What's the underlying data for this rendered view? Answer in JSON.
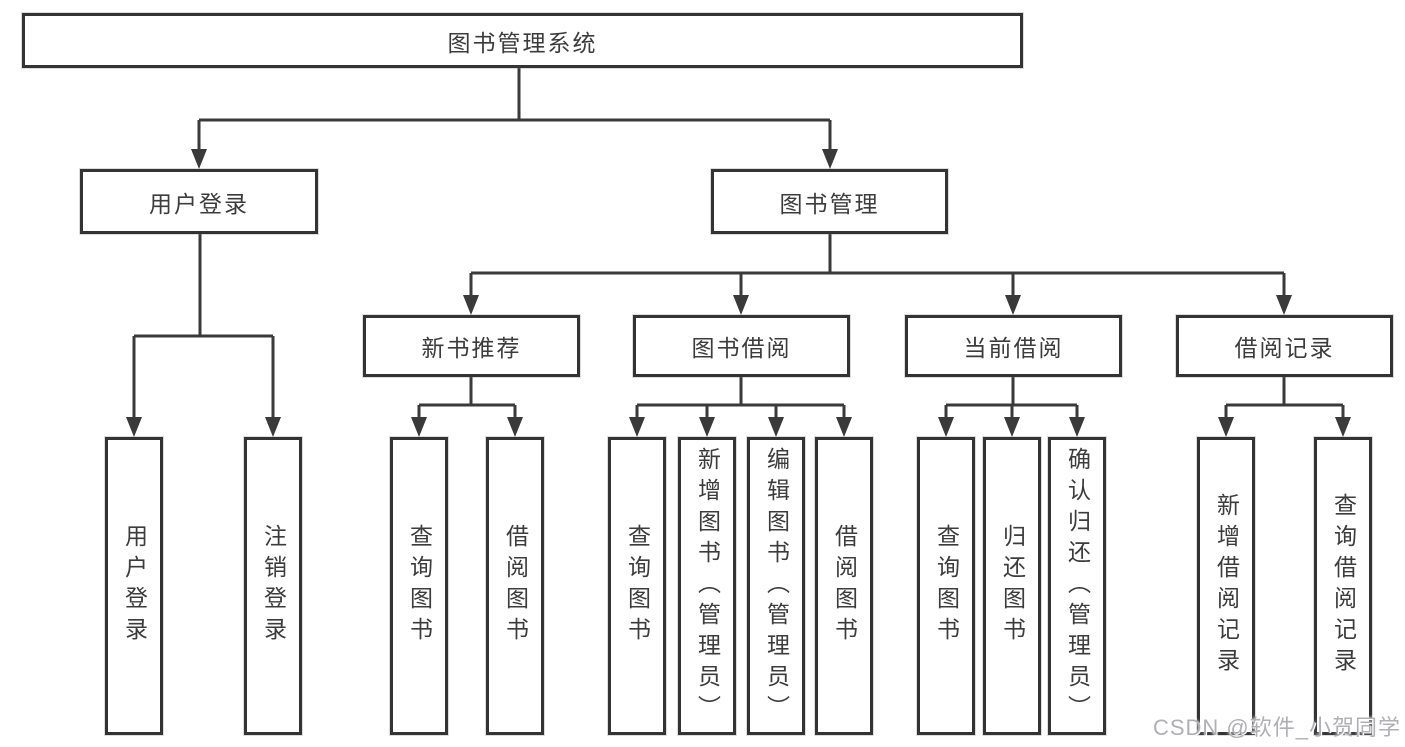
{
  "diagram": {
    "type": "hierarchy-tree",
    "root": {
      "label": "图书管理系统"
    },
    "level2": [
      {
        "id": "user-login",
        "label": "用户登录",
        "parent": "图书管理系统"
      },
      {
        "id": "book-management",
        "label": "图书管理",
        "parent": "图书管理系统"
      }
    ],
    "level3": [
      {
        "id": "new-book-recommend",
        "label": "新书推荐",
        "parent": "图书管理"
      },
      {
        "id": "book-borrowing",
        "label": "图书借阅",
        "parent": "图书管理"
      },
      {
        "id": "current-borrowing",
        "label": "当前借阅",
        "parent": "图书管理"
      },
      {
        "id": "borrowing-records",
        "label": "借阅记录",
        "parent": "图书管理"
      }
    ],
    "leaves": [
      {
        "label": "用户登录",
        "parent": "用户登录"
      },
      {
        "label": "注销登录",
        "parent": "用户登录"
      },
      {
        "label": "查询图书",
        "parent": "新书推荐"
      },
      {
        "label": "借阅图书",
        "parent": "新书推荐"
      },
      {
        "label": "查询图书",
        "parent": "图书借阅"
      },
      {
        "label": "新增图书（管理员）",
        "parent": "图书借阅"
      },
      {
        "label": "编辑图书（管理员）",
        "parent": "图书借阅"
      },
      {
        "label": "借阅图书",
        "parent": "图书借阅"
      },
      {
        "label": "查询图书",
        "parent": "当前借阅"
      },
      {
        "label": "归还图书",
        "parent": "当前借阅"
      },
      {
        "label": "确认归还（管理员）",
        "parent": "当前借阅"
      },
      {
        "label": "新增借阅记录",
        "parent": "借阅记录"
      },
      {
        "label": "查询借阅记录",
        "parent": "借阅记录"
      }
    ]
  },
  "watermark": {
    "text": "CSDN @软件_小贺同学"
  },
  "colors": {
    "line": "#3a3a3a",
    "border": "#333333",
    "text": "#3c3c3c",
    "background": "#ffffff",
    "watermark": "#b0b0b4"
  }
}
